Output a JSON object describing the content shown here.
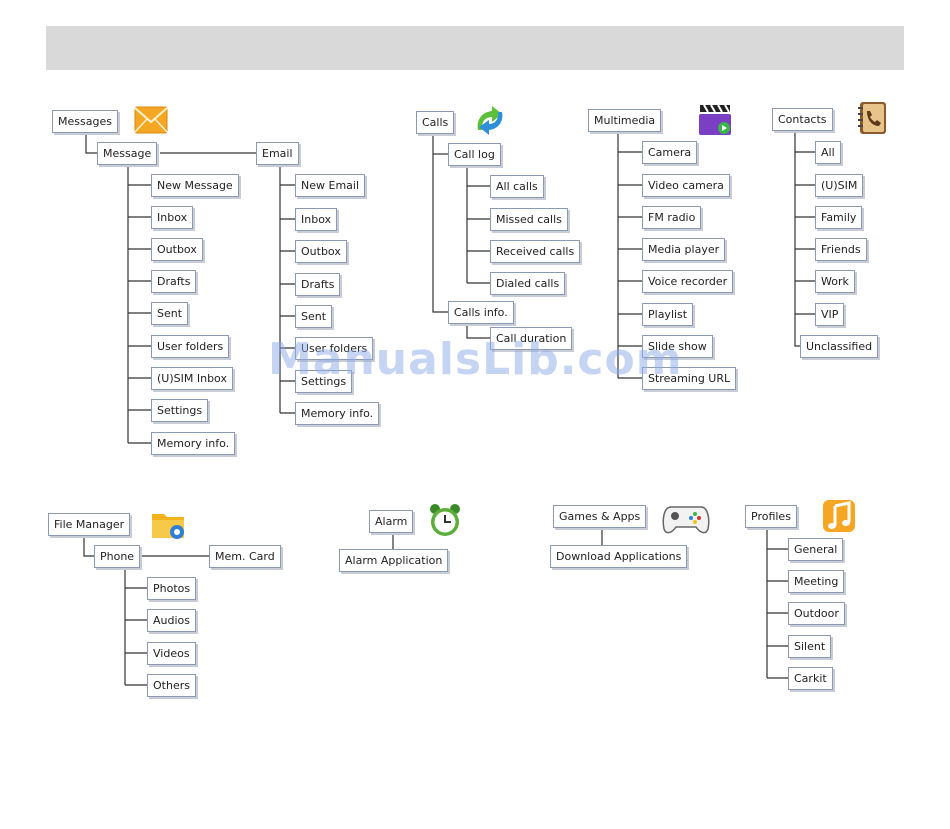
{
  "colors": {
    "header_bar": "#d9d9d9",
    "node_border": "#8a9ab2",
    "connector": "#333333",
    "watermark": "#8caae6"
  },
  "watermark": "ManualsLib.com",
  "icons": {
    "messages": "envelope-icon",
    "calls": "call-arrows-icon",
    "multimedia": "clapperboard-icon",
    "contacts": "phonebook-icon",
    "file_manager": "folder-gear-icon",
    "alarm": "alarm-clock-icon",
    "games": "gamepad-icon",
    "profiles": "music-note-icon"
  },
  "menu": {
    "messages": {
      "label": "Messages",
      "message": {
        "label": "Message",
        "items": [
          "New Message",
          "Inbox",
          "Outbox",
          "Drafts",
          "Sent",
          "User folders",
          "(U)SIM Inbox",
          "Settings",
          "Memory info."
        ]
      },
      "email": {
        "label": "Email",
        "items": [
          "New Email",
          "Inbox",
          "Outbox",
          "Drafts",
          "Sent",
          "User folders",
          "Settings",
          "Memory info."
        ]
      }
    },
    "calls": {
      "label": "Calls",
      "call_log": {
        "label": "Call log",
        "items": [
          "All calls",
          "Missed calls",
          "Received calls",
          "Dialed calls"
        ]
      },
      "calls_info": {
        "label": "Calls info.",
        "items": [
          "Call duration"
        ]
      }
    },
    "multimedia": {
      "label": "Multimedia",
      "items": [
        "Camera",
        "Video camera",
        "FM radio",
        "Media player",
        "Voice recorder",
        "Playlist",
        "Slide show",
        "Streaming URL"
      ]
    },
    "contacts": {
      "label": "Contacts",
      "items": [
        "All",
        "(U)SIM",
        "Family",
        "Friends",
        "Work",
        "VIP",
        "Unclassified"
      ]
    },
    "file_manager": {
      "label": "File Manager",
      "phone": {
        "label": "Phone",
        "items": [
          "Photos",
          "Audios",
          "Videos",
          "Others"
        ]
      },
      "mem_card": "Mem. Card"
    },
    "alarm": {
      "label": "Alarm",
      "items": [
        "Alarm Application"
      ]
    },
    "games": {
      "label": "Games & Apps",
      "items": [
        "Download Applications"
      ]
    },
    "profiles": {
      "label": "Profiles",
      "items": [
        "General",
        "Meeting",
        "Outdoor",
        "Silent",
        "Carkit"
      ]
    }
  }
}
